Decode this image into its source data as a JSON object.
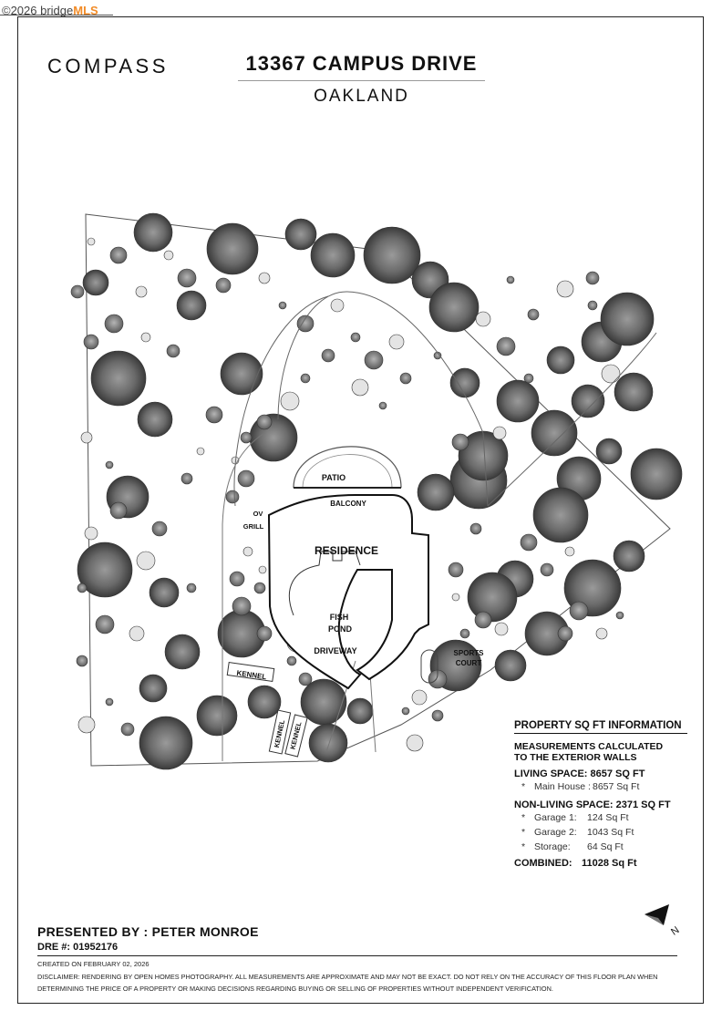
{
  "watermark": {
    "copyright": "©2026 bridge",
    "mls": "MLS"
  },
  "brand": {
    "name": "COMPASS"
  },
  "property": {
    "address": "13367 CAMPUS DRIVE",
    "city": "OAKLAND"
  },
  "site_plan": {
    "labels": {
      "patio": "PATIO",
      "balcony": "BALCONY",
      "ov": "OV",
      "grill": "GRILL",
      "residence": "RESIDENCE",
      "fish": "FISH",
      "pond": "POND",
      "driveway": "DRIVEWAY",
      "sports": "SPORTS",
      "court": "COURT",
      "kennel_1": "KENNEL",
      "kennel_2": "KENNEL",
      "kennel_3": "KENNEL"
    }
  },
  "sqft_info": {
    "title": "PROPERTY SQ FT INFORMATION",
    "measure_line1": "MEASUREMENTS CALCULATED",
    "measure_line2": "TO THE EXTERIOR WALLS",
    "living": {
      "heading": "LIVING SPACE: 8657 SQ FT",
      "items": [
        {
          "label": "Main House :",
          "value": "8657 Sq Ft"
        }
      ]
    },
    "non_living": {
      "heading": "NON-LIVING SPACE: 2371 SQ FT",
      "items": [
        {
          "label": "Garage 1:",
          "value": "124 Sq Ft"
        },
        {
          "label": "Garage 2:",
          "value": "1043 Sq Ft"
        },
        {
          "label": "Storage:",
          "value": "64 Sq Ft"
        }
      ]
    },
    "combined": {
      "label": "COMBINED:",
      "value": "11028  Sq Ft"
    },
    "bullet": "*"
  },
  "presenter": {
    "line": "PRESENTED BY : PETER MONROE",
    "dre": "DRE #: 01952176"
  },
  "footer": {
    "created": "CREATED ON FEBRUARY 02, 2026",
    "disclaimer": "DISCLAIMER: RENDERING BY OPEN HOMES PHOTOGRAPHY. ALL MEASUREMENTS ARE APPROXIMATE AND MAY NOT BE EXACT. DO NOT RELY ON THE ACCURACY OF THIS FLOOR PLAN WHEN DETERMINING THE PRICE OF A PROPERTY OR MAKING DECISIONS REGARDING BUYING OR SELLING OF PROPERTIES WITHOUT INDEPENDENT VERIFICATION."
  },
  "compass_rose": {
    "label": "N"
  }
}
